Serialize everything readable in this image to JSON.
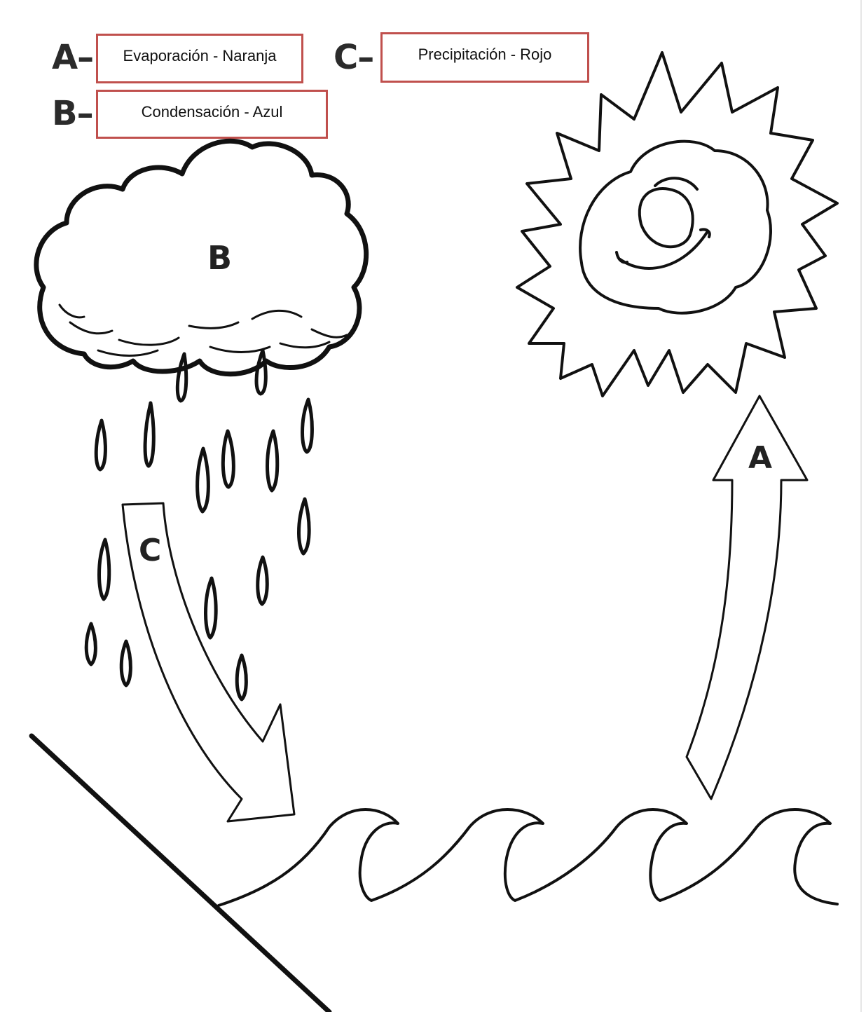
{
  "labels": {
    "a": {
      "letter": "A",
      "dash": "–",
      "answer": "Evaporación - Naranja"
    },
    "b": {
      "letter": "B",
      "dash": "–",
      "answer": "Condensación - Azul"
    },
    "c": {
      "letter": "C",
      "dash": "–",
      "answer": "Precipitación - Rojo"
    }
  },
  "figure": {
    "cloud_letter": "B",
    "rain_arrow_letter": "C",
    "evaporation_arrow_letter": "A"
  },
  "colors": {
    "box_border": "#c0504d",
    "line": "#111111"
  }
}
